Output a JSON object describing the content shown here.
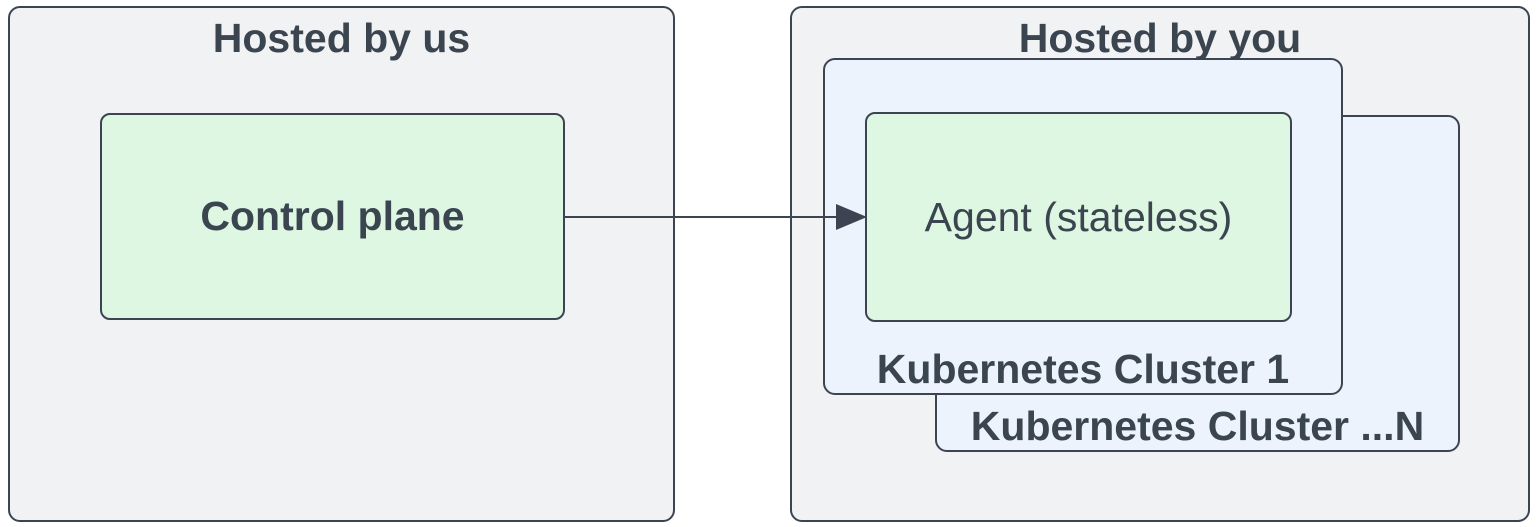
{
  "diagram": {
    "type": "architecture-diagram",
    "colors": {
      "background": "#ffffff",
      "container_fill": "#f0f2f4",
      "container_stroke": "#3d4451",
      "cluster_fill": "#ecf3fd",
      "node_fill": "#def7e2",
      "text": "#3b4550",
      "arrow": "#3d4451"
    },
    "containers": {
      "hosted_by_us": {
        "title": "Hosted by us"
      },
      "hosted_by_you": {
        "title": "Hosted by you"
      }
    },
    "nodes": {
      "control_plane": {
        "label": "Control plane"
      },
      "agent": {
        "label": "Agent (stateless)"
      },
      "cluster_1": {
        "label": "Kubernetes Cluster 1"
      },
      "cluster_n": {
        "label": "Kubernetes Cluster ...N"
      }
    },
    "edges": [
      {
        "from": "Control plane",
        "to": "Agent (stateless)",
        "style": "solid",
        "head": "filled-triangle"
      }
    ]
  }
}
